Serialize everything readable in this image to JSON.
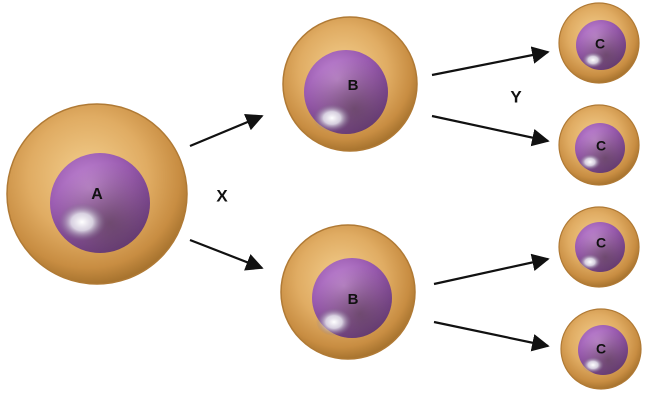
{
  "cells": {
    "parent": {
      "label": "A"
    },
    "daughter_top": {
      "label": "B"
    },
    "daughter_bottom": {
      "label": "B"
    },
    "granddaughter_1": {
      "label": "C"
    },
    "granddaughter_2": {
      "label": "C"
    },
    "granddaughter_3": {
      "label": "C"
    },
    "granddaughter_4": {
      "label": "C"
    }
  },
  "stages": {
    "first_division": "X",
    "second_division": "Y"
  },
  "colors": {
    "cytoplasm": "#d9a35a",
    "cytoplasm_edge": "#b07a35",
    "nucleus": "#9a5bb0",
    "arrow": "#111111"
  }
}
